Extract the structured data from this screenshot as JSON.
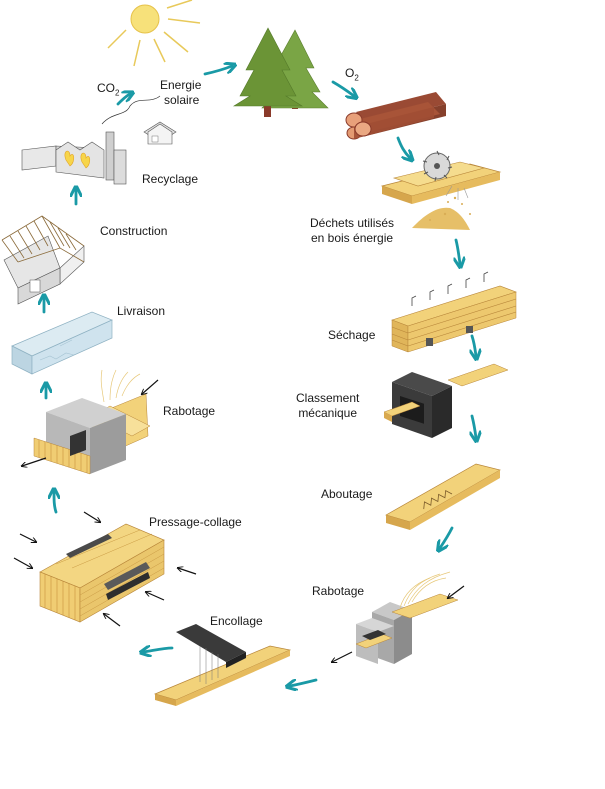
{
  "labels": {
    "co2_base": "CO",
    "co2_sub": "2",
    "o2_base": "O",
    "o2_sub": "2",
    "energie": "Energie",
    "solaire": "solaire",
    "recyclage": "Recyclage",
    "construction": "Construction",
    "dechets_1": "Déchets utilisés",
    "dechets_2": "en bois énergie",
    "livraison": "Livraison",
    "sechage": "Séchage",
    "classement_1": "Classement",
    "classement_2": "mécanique",
    "rabotage_left": "Rabotage",
    "aboutage": "Aboutage",
    "pressage": "Pressage-collage",
    "rabotage_right": "Rabotage",
    "encollage": "Encollage"
  },
  "colors": {
    "cycle_arrow": "#1a9aa6",
    "wood_light": "#f2d27a",
    "wood_mid": "#e0b55a",
    "wood_dark": "#b8863a",
    "log_bark": "#9a4a34",
    "tree_green": "#6f9a3a",
    "machine_grey": "#9d9d9d",
    "machine_dark": "#3a3a3a",
    "sun_yellow": "#f7e17a",
    "ice_blue": "#cfe3ee"
  }
}
